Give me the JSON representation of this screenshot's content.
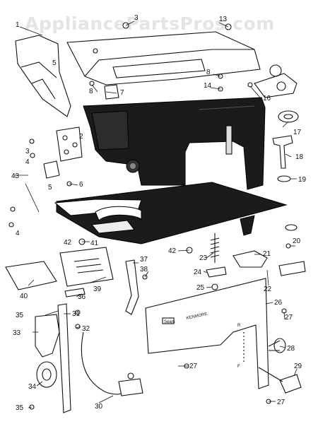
{
  "watermark": "AppliancePartsPros.com",
  "plate_text": {
    "brand": "Sears",
    "model": "KENMORE",
    "r_mark": "R",
    "f_mark": "F"
  },
  "callouts": [
    "1",
    "2",
    "3",
    "4",
    "5",
    "6",
    "7",
    "8",
    "13",
    "14",
    "16",
    "17",
    "18",
    "19",
    "20",
    "21",
    "22",
    "23",
    "24",
    "25",
    "26",
    "27",
    "28",
    "29",
    "30",
    "31",
    "32",
    "33",
    "34",
    "35",
    "36",
    "37",
    "38",
    "39",
    "40",
    "41",
    "42",
    "43"
  ],
  "labels": [
    {
      "id": "l-3-top",
      "text": "3"
    },
    {
      "id": "l-13",
      "text": "13"
    },
    {
      "id": "l-1",
      "text": "1"
    },
    {
      "id": "l-5-left",
      "text": "5"
    },
    {
      "id": "l-7",
      "text": "7"
    },
    {
      "id": "l-8-left",
      "text": "8"
    },
    {
      "id": "l-8-mid",
      "text": "8"
    },
    {
      "id": "l-14",
      "text": "14"
    },
    {
      "id": "l-16",
      "text": "16"
    },
    {
      "id": "l-17",
      "text": "17"
    },
    {
      "id": "l-18",
      "text": "18"
    },
    {
      "id": "l-19",
      "text": "19"
    },
    {
      "id": "l-2",
      "text": "2"
    },
    {
      "id": "l-3-left",
      "text": "3"
    },
    {
      "id": "l-4-left",
      "text": "4"
    },
    {
      "id": "l-5-low",
      "text": "5"
    },
    {
      "id": "l-6",
      "text": "6"
    },
    {
      "id": "l-43",
      "text": "43"
    },
    {
      "id": "l-4-low",
      "text": "4"
    },
    {
      "id": "l-42-left",
      "text": "42"
    },
    {
      "id": "l-41",
      "text": "41"
    },
    {
      "id": "l-42-mid",
      "text": "42"
    },
    {
      "id": "l-23",
      "text": "23"
    },
    {
      "id": "l-24",
      "text": "24"
    },
    {
      "id": "l-25",
      "text": "25"
    },
    {
      "id": "l-21",
      "text": "21"
    },
    {
      "id": "l-22",
      "text": "22"
    },
    {
      "id": "l-20",
      "text": "20"
    },
    {
      "id": "l-37",
      "text": "37"
    },
    {
      "id": "l-38",
      "text": "38"
    },
    {
      "id": "l-39",
      "text": "39"
    },
    {
      "id": "l-40",
      "text": "40"
    },
    {
      "id": "l-36",
      "text": "36"
    },
    {
      "id": "l-26",
      "text": "26"
    },
    {
      "id": "l-27-top",
      "text": "27"
    },
    {
      "id": "l-28",
      "text": "28"
    },
    {
      "id": "l-29",
      "text": "29"
    },
    {
      "id": "l-27-mid",
      "text": "27"
    },
    {
      "id": "l-27-low",
      "text": "27"
    },
    {
      "id": "l-35-top",
      "text": "35"
    },
    {
      "id": "l-31",
      "text": "31"
    },
    {
      "id": "l-33",
      "text": "33"
    },
    {
      "id": "l-32",
      "text": "32"
    },
    {
      "id": "l-34",
      "text": "34"
    },
    {
      "id": "l-30",
      "text": "30"
    },
    {
      "id": "l-35-low",
      "text": "35"
    }
  ]
}
